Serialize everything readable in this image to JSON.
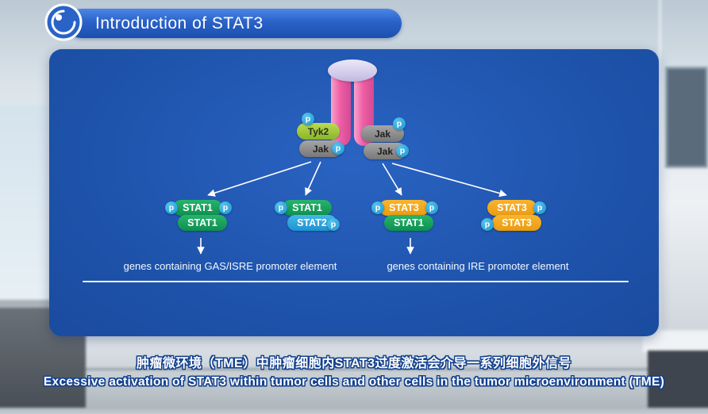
{
  "header": {
    "title": "Introduction of STAT3"
  },
  "diagram": {
    "p_label": "p",
    "kinases": {
      "tyk2": "Tyk2",
      "jak_left": "Jak",
      "jak_right_top": "Jak",
      "jak_right_bottom": "Jak"
    },
    "dimers": [
      {
        "top": "STAT1",
        "bottom": "STAT1"
      },
      {
        "top": "STAT1",
        "bottom": "STAT2"
      },
      {
        "top": "STAT3",
        "bottom": "STAT1"
      },
      {
        "top": "STAT3",
        "bottom": "STAT3"
      }
    ],
    "gene_labels": [
      "genes containing GAS/ISRE promoter element",
      "genes containing IRE promoter element"
    ]
  },
  "footer": {
    "line_zh": "肿瘤微环境（TME）中肿瘤细胞内STAT3过度激活会介导一系列细胞外信号",
    "line_en": "Excessive activation of STAT3 within tumor cells and other cells in the tumor microenvironment (TME)"
  },
  "colors": {
    "panel_blue": "#1e53ab",
    "banner_blue": "#2a62c8",
    "stat_green": "#18a05a",
    "stat_blue": "#2ba8e0",
    "stat_orange": "#f2a71b",
    "tyk2_lime": "#9ec43c",
    "jak_gray": "#8d8d8d",
    "p_badge_blue": "#2ba8e0",
    "receptor_pink": "#ee5fa5",
    "receptor_cap_lavender": "#cfc8e8",
    "text_outline_navy": "#14418f"
  }
}
